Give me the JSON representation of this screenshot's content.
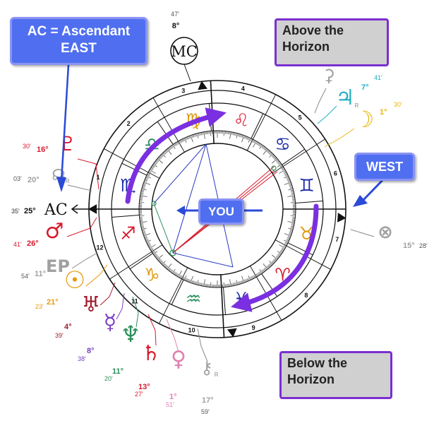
{
  "callouts": {
    "ascendant": {
      "line1": "AC = Ascendant",
      "line2": "EAST"
    },
    "above": {
      "line1": "Above the",
      "line2": "Horizon"
    },
    "below": {
      "line1": "Below the",
      "line2": "Horizon"
    },
    "west": "WEST",
    "you": "YOU"
  },
  "angles": {
    "mc": {
      "label": "MC",
      "deg": "8°",
      "min": "47'"
    },
    "ac": {
      "label": "AC",
      "deg": "25°",
      "min": "35'"
    }
  },
  "houses": [
    "1",
    "2",
    "3",
    "4",
    "5",
    "6",
    "7",
    "8",
    "9",
    "10",
    "11",
    "12"
  ],
  "signs": [
    {
      "name": "leo",
      "glyph": "♌",
      "color": "#e0324b"
    },
    {
      "name": "cancer",
      "glyph": "♋",
      "color": "#1d2ba8"
    },
    {
      "name": "gemini",
      "glyph": "♊",
      "color": "#1d2ba8"
    },
    {
      "name": "taurus",
      "glyph": "♉",
      "color": "#e09a10"
    },
    {
      "name": "aries",
      "glyph": "♈",
      "color": "#d81a2c"
    },
    {
      "name": "pisces",
      "glyph": "♓",
      "color": "#1d2ba8"
    },
    {
      "name": "aquarius",
      "glyph": "♒",
      "color": "#2a8f5a"
    },
    {
      "name": "capricorn",
      "glyph": "♑",
      "color": "#e09a10"
    },
    {
      "name": "sagittarius",
      "glyph": "♐",
      "color": "#d81a2c"
    },
    {
      "name": "scorpio",
      "glyph": "♏",
      "color": "#1d2ba8"
    },
    {
      "name": "libra",
      "glyph": "♎",
      "color": "#2a8f5a"
    },
    {
      "name": "virgo",
      "glyph": "♍",
      "color": "#e09a10"
    }
  ],
  "planets": [
    {
      "name": "pluto",
      "glyph": "♇",
      "color": "#d81a2c",
      "deg": "16°",
      "min": "30'"
    },
    {
      "name": "node",
      "glyph": "☊",
      "color": "#a0a0a0",
      "deg": "20°",
      "min": "03'",
      "retro": "R"
    },
    {
      "name": "mars",
      "glyph": "♂",
      "color": "#d81a2c",
      "deg": "26°",
      "min": "41'"
    },
    {
      "name": "ep",
      "glyph": "EP",
      "color": "#a0a0a0",
      "deg": "11°",
      "min": "54'"
    },
    {
      "name": "sun",
      "glyph": "☉",
      "color": "#e89a10",
      "deg": "21°",
      "min": "23'"
    },
    {
      "name": "uranus",
      "glyph": "♅",
      "color": "#a01a2c",
      "deg": "4°",
      "min": "39'"
    },
    {
      "name": "mercury",
      "glyph": "☿",
      "color": "#7a3fc0",
      "deg": "8°",
      "min": "38'"
    },
    {
      "name": "neptune",
      "glyph": "♆",
      "color": "#2a8f5a",
      "deg": "11°",
      "min": "20'"
    },
    {
      "name": "saturn",
      "glyph": "♄",
      "color": "#d81a2c",
      "deg": "13°",
      "min": "27'"
    },
    {
      "name": "venus",
      "glyph": "♀",
      "color": "#e080b0",
      "deg": "1°",
      "min": "51'"
    },
    {
      "name": "chiron",
      "glyph": "⚷",
      "color": "#a0a0a0",
      "deg": "17°",
      "min": "59'",
      "retro": "R"
    },
    {
      "name": "pof",
      "glyph": "⊗",
      "color": "#a0a0a0",
      "deg": "15°",
      "min": "28'"
    },
    {
      "name": "moon",
      "glyph": "☽",
      "color": "#e8b810",
      "deg": "1°",
      "min": "30'"
    },
    {
      "name": "jupiter",
      "glyph": "♃",
      "color": "#20b0c0",
      "deg": "7°",
      "min": "41'",
      "retro": "R"
    },
    {
      "name": "lilith",
      "glyph": "⚳",
      "color": "#a0a0a0",
      "deg": "",
      "min": ""
    }
  ]
}
